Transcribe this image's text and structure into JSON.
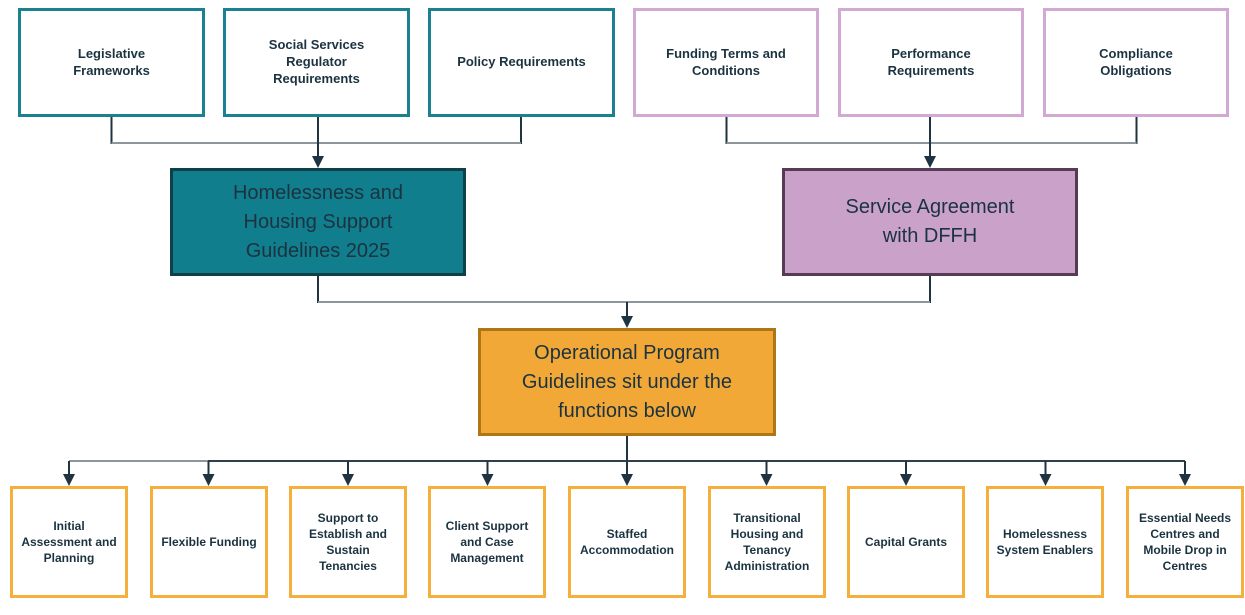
{
  "diagram": {
    "regulatory_sources": [
      {
        "label": "Legislative Frameworks"
      },
      {
        "label": "Social Services Regulator Requirements"
      },
      {
        "label": "Policy Requirements"
      }
    ],
    "agreement_sources": [
      {
        "label": "Funding Terms and Conditions"
      },
      {
        "label": "Performance Requirements"
      },
      {
        "label": "Compliance Obligations"
      }
    ],
    "level2": {
      "guidelines": {
        "label": "Homelessness and Housing Support Guidelines 2025"
      },
      "agreement": {
        "label": "Service Agreement with DFFH"
      }
    },
    "level3": {
      "label": "Operational Program Guidelines sit under the functions below"
    },
    "functions": [
      {
        "label": "Initial Assessment and Planning"
      },
      {
        "label": "Flexible Funding"
      },
      {
        "label": "Support to Establish and Sustain Tenancies"
      },
      {
        "label": "Client Support and Case Management"
      },
      {
        "label": "Staffed Accommodation"
      },
      {
        "label": "Transitional Housing and Tenancy Administration"
      },
      {
        "label": "Capital Grants"
      },
      {
        "label": "Homelessness System Enablers"
      },
      {
        "label": "Essential Needs Centres and Mobile Drop in Centres"
      }
    ]
  },
  "palette": {
    "teal_border": "#1A8191",
    "teal_fill": "#117E8D",
    "teal_fill_border": "#104047",
    "purple_border": "#D2A9D3",
    "purple_fill": "#C9A1C9",
    "purple_fill_border": "#553C54",
    "orange_fill": "#F2A837",
    "orange_fill_border": "#AE7616",
    "orange_border": "#F5AF3D",
    "text": "#1B3340",
    "line_dark": "#1F3440",
    "line_gray": "#8C979C",
    "line_slate": "#2E4049",
    "background": "#FFFFFF"
  }
}
